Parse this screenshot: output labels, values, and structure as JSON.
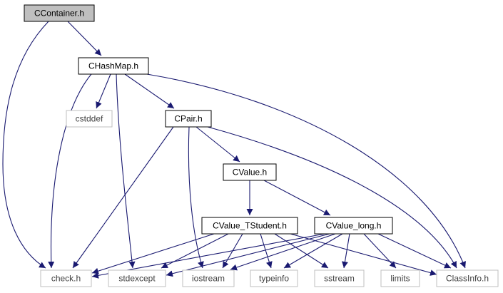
{
  "colors": {
    "edge": "#191970",
    "box_border": "#000000",
    "muted_border": "#bfbfbf",
    "root_fill": "#bfbfbf",
    "text_dark": "#000000",
    "text_muted": "#404040"
  },
  "nodes": [
    {
      "id": "ccontainer",
      "label": "CContainer.h",
      "style": "root"
    },
    {
      "id": "chashmap",
      "label": "CHashMap.h",
      "style": "documented"
    },
    {
      "id": "cstddef",
      "label": "cstddef",
      "style": "external"
    },
    {
      "id": "cpair",
      "label": "CPair.h",
      "style": "documented"
    },
    {
      "id": "cvalue",
      "label": "CValue.h",
      "style": "documented"
    },
    {
      "id": "cvalue_tstudent",
      "label": "CValue_TStudent.h",
      "style": "documented"
    },
    {
      "id": "cvalue_long",
      "label": "CValue_long.h",
      "style": "documented"
    },
    {
      "id": "check",
      "label": "check.h",
      "style": "external"
    },
    {
      "id": "stdexcept",
      "label": "stdexcept",
      "style": "external"
    },
    {
      "id": "iostream",
      "label": "iostream",
      "style": "external"
    },
    {
      "id": "typeinfo",
      "label": "typeinfo",
      "style": "external"
    },
    {
      "id": "sstream",
      "label": "sstream",
      "style": "external"
    },
    {
      "id": "limits",
      "label": "limits",
      "style": "external"
    },
    {
      "id": "classinfo",
      "label": "ClassInfo.h",
      "style": "external"
    }
  ],
  "edges": [
    {
      "from": "ccontainer",
      "to": "chashmap"
    },
    {
      "from": "ccontainer",
      "to": "check"
    },
    {
      "from": "chashmap",
      "to": "cstddef"
    },
    {
      "from": "chashmap",
      "to": "cpair"
    },
    {
      "from": "chashmap",
      "to": "check"
    },
    {
      "from": "chashmap",
      "to": "stdexcept"
    },
    {
      "from": "chashmap",
      "to": "classinfo"
    },
    {
      "from": "cpair",
      "to": "cvalue"
    },
    {
      "from": "cpair",
      "to": "check"
    },
    {
      "from": "cpair",
      "to": "iostream"
    },
    {
      "from": "cpair",
      "to": "classinfo"
    },
    {
      "from": "cvalue",
      "to": "cvalue_tstudent"
    },
    {
      "from": "cvalue",
      "to": "cvalue_long"
    },
    {
      "from": "cvalue_tstudent",
      "to": "check"
    },
    {
      "from": "cvalue_tstudent",
      "to": "stdexcept"
    },
    {
      "from": "cvalue_tstudent",
      "to": "iostream"
    },
    {
      "from": "cvalue_tstudent",
      "to": "typeinfo"
    },
    {
      "from": "cvalue_tstudent",
      "to": "sstream"
    },
    {
      "from": "cvalue_tstudent",
      "to": "classinfo"
    },
    {
      "from": "cvalue_long",
      "to": "check"
    },
    {
      "from": "cvalue_long",
      "to": "stdexcept"
    },
    {
      "from": "cvalue_long",
      "to": "iostream"
    },
    {
      "from": "cvalue_long",
      "to": "typeinfo"
    },
    {
      "from": "cvalue_long",
      "to": "sstream"
    },
    {
      "from": "cvalue_long",
      "to": "limits"
    },
    {
      "from": "cvalue_long",
      "to": "classinfo"
    }
  ]
}
